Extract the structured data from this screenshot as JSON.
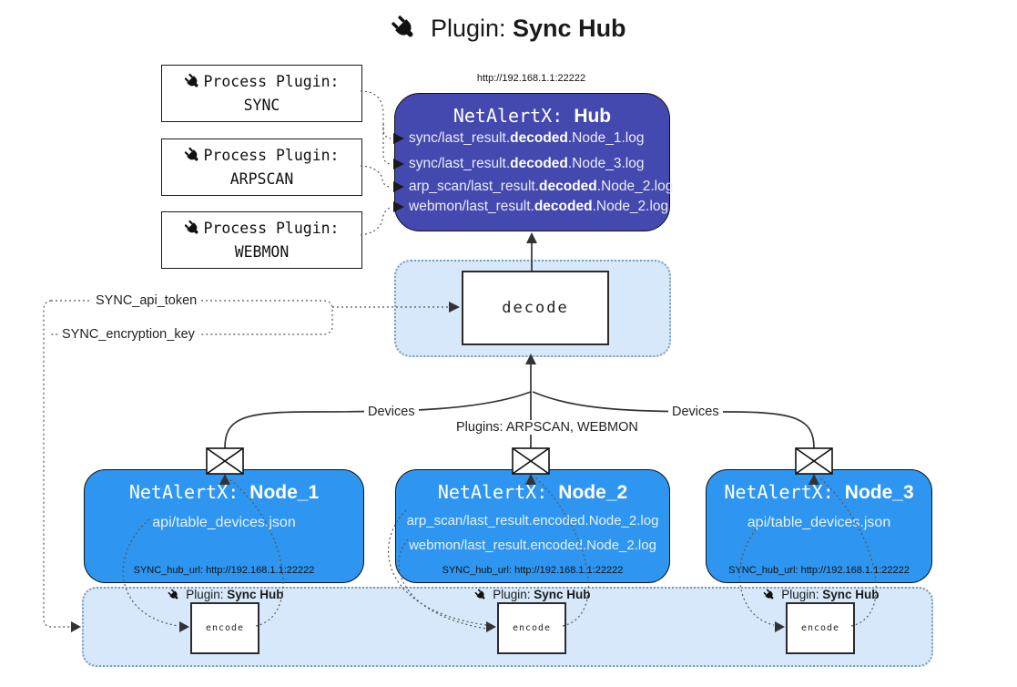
{
  "title": {
    "prefix": "Plugin:",
    "name": "Sync Hub"
  },
  "hub": {
    "url": "http://192.168.1.1:22222",
    "prefix": "NetAlertX:",
    "name": "Hub",
    "files": [
      {
        "pre": "sync/last_result.",
        "bold": "decoded",
        "post": ".Node_1.log"
      },
      {
        "pre": "sync/last_result.",
        "bold": "decoded",
        "post": ".Node_3.log"
      },
      {
        "pre": "arp_scan/last_result.",
        "bold": "decoded",
        "post": ".Node_2.log"
      },
      {
        "pre": "webmon/last_result.",
        "bold": "decoded",
        "post": ".Node_2.log"
      }
    ]
  },
  "process_plugins": [
    {
      "label": "Process Plugin:",
      "name": "SYNC"
    },
    {
      "label": "Process Plugin:",
      "name": "ARPSCAN"
    },
    {
      "label": "Process Plugin:",
      "name": "WEBMON"
    }
  ],
  "config": {
    "api_token": "SYNC_api_token",
    "encryption_key": "SYNC_encryption_key"
  },
  "decode": {
    "label": "decode"
  },
  "encode": {
    "label": "encode"
  },
  "edges": {
    "devices_left": "Devices",
    "devices_right": "Devices",
    "plugins_center": "Plugins: ARPSCAN, WEBMON"
  },
  "nodes": [
    {
      "prefix": "NetAlertX:",
      "name": "Node_1",
      "files": [
        "api/table_devices.json"
      ],
      "hub_url": "SYNC_hub_url: http://192.168.1.1:22222"
    },
    {
      "prefix": "NetAlertX:",
      "name": "Node_2",
      "files": [
        "arp_scan/last_result.encoded.Node_2.log",
        "webmon/last_result.encoded.Node_2.log"
      ],
      "hub_url": "SYNC_hub_url: http://192.168.1.1:22222"
    },
    {
      "prefix": "NetAlertX:",
      "name": "Node_3",
      "files": [
        "api/table_devices.json"
      ],
      "hub_url": "SYNC_hub_url: http://192.168.1.1:22222"
    }
  ],
  "sync_hub_plugin": {
    "prefix": "Plugin:",
    "name": "Sync Hub"
  },
  "colors": {
    "hub_bg": "#4349ae",
    "node_bg": "#2e96f0",
    "panel_bg": "#d6e8fa",
    "line": "#333333"
  }
}
